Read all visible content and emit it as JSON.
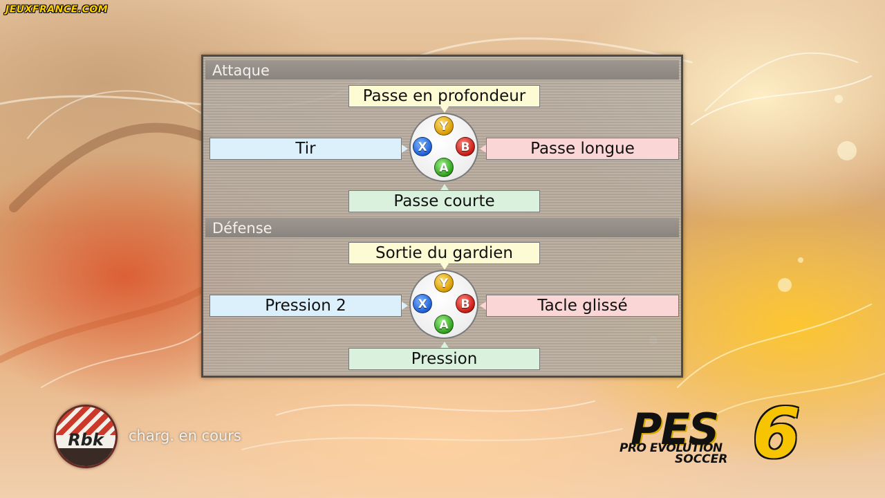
{
  "site_watermark": "JEUXFRANCE.COM",
  "sections": [
    {
      "title": "Attaque",
      "labels": {
        "y": "Passe en profondeur",
        "x": "Tir",
        "b": "Passe longue",
        "a": "Passe courte"
      }
    },
    {
      "title": "Défense",
      "labels": {
        "y": "Sortie du gardien",
        "x": "Pression 2",
        "b": "Tacle glissé",
        "a": "Pression"
      }
    }
  ],
  "buttons": {
    "y": "Y",
    "x": "X",
    "b": "B",
    "a": "A"
  },
  "colors": {
    "y_box": "#fdfbd3",
    "x_box": "#dcf0fc",
    "b_box": "#fbd6d6",
    "a_box": "#d9f1dd"
  },
  "sponsor_logo": "Rbk",
  "loading_text": "charg. en cours",
  "game_logo": {
    "main": "PES",
    "number": "6",
    "sub1": "PRO EVOLUTION",
    "sub2": "SOCCER"
  }
}
